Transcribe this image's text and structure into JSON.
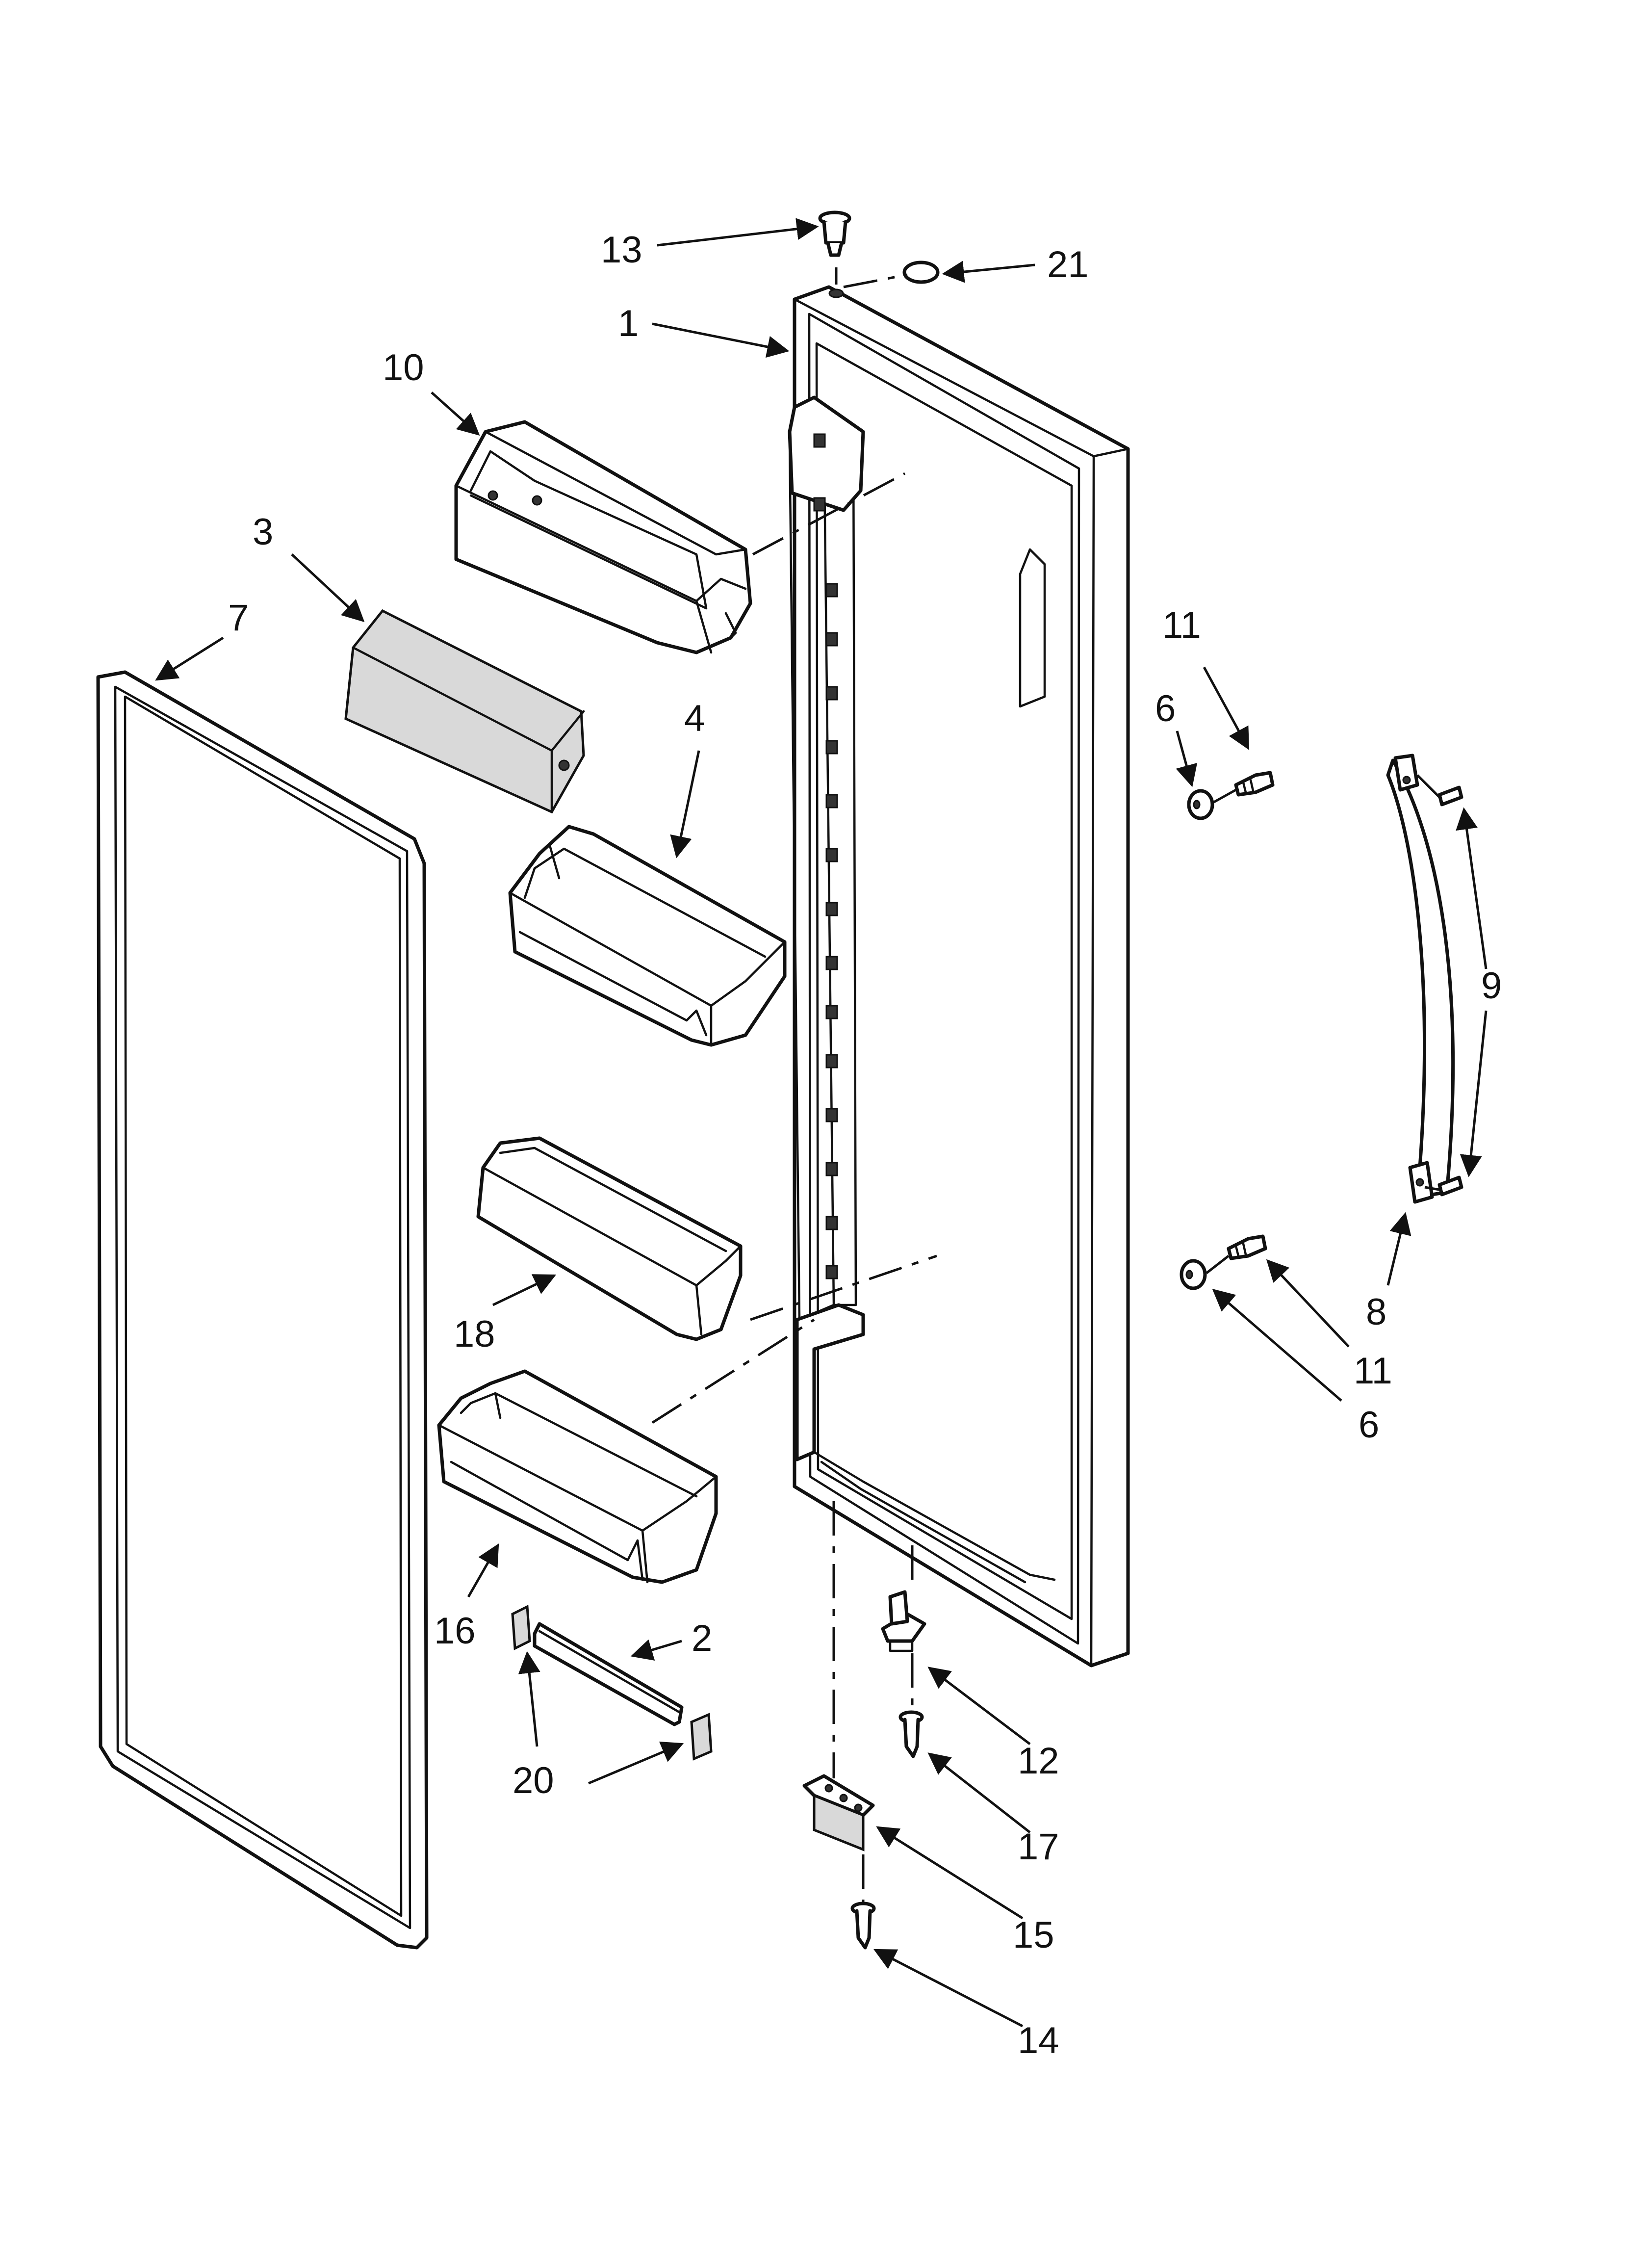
{
  "diagram": {
    "callouts": [
      {
        "id": "c13a",
        "text": "13"
      },
      {
        "id": "c21",
        "text": "21"
      },
      {
        "id": "c1",
        "text": "1"
      },
      {
        "id": "c10",
        "text": "10"
      },
      {
        "id": "c3",
        "text": "3"
      },
      {
        "id": "c7",
        "text": "7"
      },
      {
        "id": "c4",
        "text": "4"
      },
      {
        "id": "c11a",
        "text": "11"
      },
      {
        "id": "c6a",
        "text": "6"
      },
      {
        "id": "c9",
        "text": "9"
      },
      {
        "id": "c18",
        "text": "18"
      },
      {
        "id": "c8",
        "text": "8"
      },
      {
        "id": "c11b",
        "text": "11"
      },
      {
        "id": "c6b",
        "text": "6"
      },
      {
        "id": "c16",
        "text": "16"
      },
      {
        "id": "c2",
        "text": "2"
      },
      {
        "id": "c20",
        "text": "20"
      },
      {
        "id": "c12",
        "text": "12"
      },
      {
        "id": "c17",
        "text": "17"
      },
      {
        "id": "c15",
        "text": "15"
      },
      {
        "id": "c14",
        "text": "14"
      }
    ]
  }
}
